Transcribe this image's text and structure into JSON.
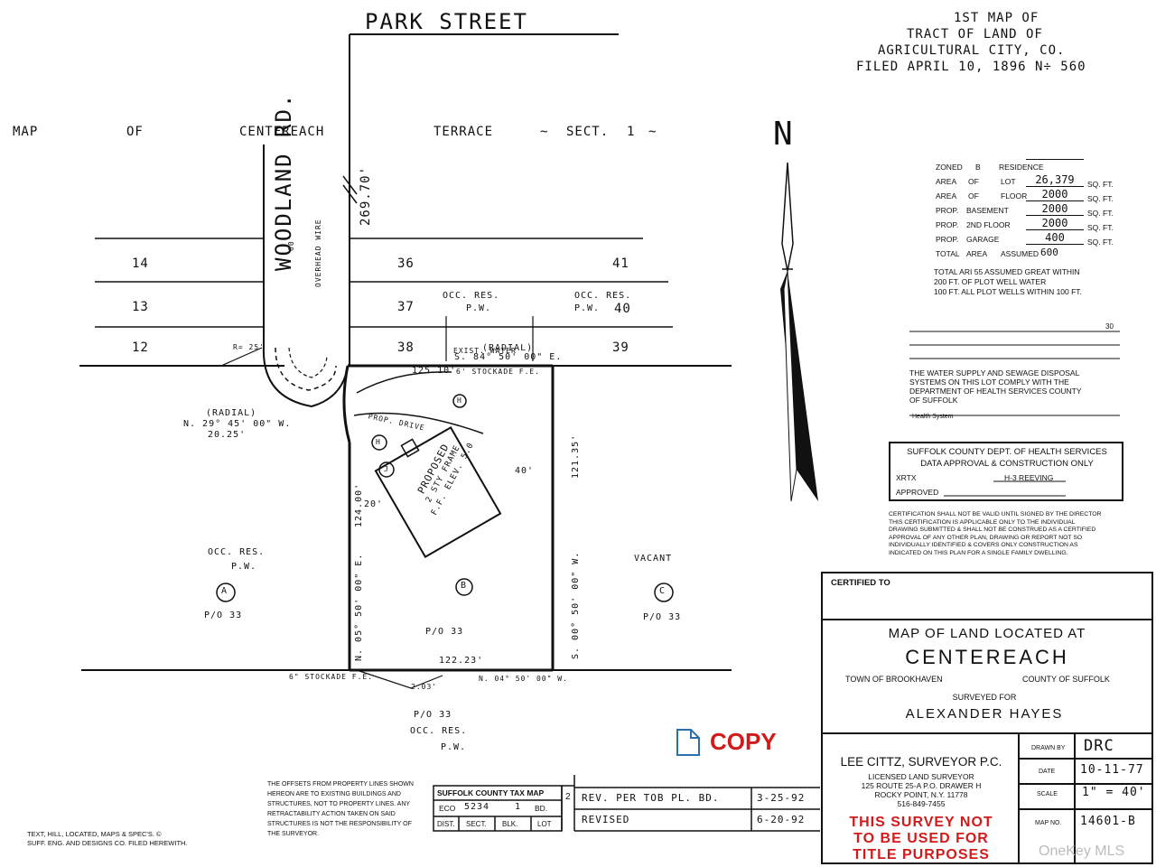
{
  "map": {
    "street_top": "PARK STREET",
    "road_vertical": "WOODLAND RD.",
    "subdivision_words": [
      "MAP",
      "OF",
      "CENTEREACH",
      "TERRACE",
      "~",
      "SECT.",
      "1",
      "~"
    ],
    "filed_map_lines": [
      "1ST MAP OF",
      "TRACT OF LAND OF",
      "AGRICULTURAL   CITY, CO.",
      "FILED  APRIL 10, 1896   N÷ 560"
    ],
    "lots": {
      "l14": "14",
      "l13": "13",
      "l12": "12",
      "l36": "36",
      "l37": "37",
      "l38": "38",
      "l41": "41",
      "l40": "40",
      "l39": "39"
    },
    "occ_res_pw_1": [
      "OCC. RES.",
      "P.W."
    ],
    "occ_res_pw_2": [
      "OCC. RES.",
      "P.W."
    ],
    "dimensions": {
      "d269": "269.70'",
      "d125": "125.10'",
      "d121": "121.35'",
      "d124": "124.00'",
      "d122": "122.23'",
      "d2025": "20.25'",
      "d203": "2.03'",
      "d20": "20'",
      "d40": "40'",
      "d60": "60'"
    },
    "bearings": {
      "top": "S. 84° 50' 00\" E.",
      "right": "S. 00° 50' 00\" W.",
      "left": "N. 05° 50' 00\" E.",
      "bottom": "N. 04° 50' 00\" W.",
      "radial": "N. 29° 45' 00\" W."
    },
    "radial_labels": [
      "(RADIAL)",
      "(RADIAL)"
    ],
    "notes": {
      "overhead_wire": "OVERHEAD WIRE",
      "prop_drive": "PROP. DRIVE",
      "stockade": "6\" STOCKADE F.E.",
      "stockade_top": "6' STOCKADE F.E.",
      "exist_water": "EXIST. WATER",
      "r25": "R= 25'",
      "proposed": [
        "PROPOSED",
        "2 STY FRAME",
        "F.F. ELEV. 5.0"
      ]
    },
    "parcels": {
      "a_label": "A",
      "a_use": [
        "OCC. RES.",
        "P.W."
      ],
      "a_po": "P/O 33",
      "b_label": "B",
      "b_po": "P/O 33",
      "c_label": "C",
      "c_use": "VACANT",
      "c_po": "P/O 33",
      "bottom_po": "P/O 33",
      "bottom_use": [
        "OCC. RES.",
        "P.W."
      ],
      "h1": "H",
      "h2": "H",
      "j": "J"
    },
    "north": "N"
  },
  "zoning": {
    "rows": [
      {
        "a": "ZONED",
        "b": "B",
        "c": "RESIDENCE",
        "v": "",
        "u": ""
      },
      {
        "a": "AREA",
        "b": "OF",
        "c": "LOT",
        "v": "26,379",
        "u": "SQ. FT."
      },
      {
        "a": "AREA",
        "b": "OF",
        "c": "FLOOR",
        "v": "2000",
        "u": "SQ. FT."
      },
      {
        "a": "PROP.",
        "b": "BASEMENT",
        "c": "",
        "v": "2000",
        "u": "SQ. FT."
      },
      {
        "a": "PROP.",
        "b": "2ND FLOOR",
        "c": "",
        "v": "2000",
        "u": "SQ. FT."
      },
      {
        "a": "PROP.",
        "b": "GARAGE",
        "c": "",
        "v": "400",
        "u": "SQ. FT."
      },
      {
        "a": "TOTAL",
        "b": "AREA",
        "c": "ASSUMED",
        "v": "600",
        "u": ""
      }
    ],
    "wells_note": [
      "TOTAL ARI 55 ASSUMED GREAT WITHIN",
      "200 FT. OF PLOT WELL WATER",
      "100 FT. ALL PLOT WELLS WITHIN 100 FT."
    ],
    "scale_30": "30",
    "water_statement": [
      "THE WATER SUPPLY AND SEWAGE DISPOSAL",
      "SYSTEMS ON THIS LOT COMPLY WITH THE",
      "DEPARTMENT OF HEALTH SERVICES COUNTY",
      "OF SUFFOLK"
    ],
    "health_system": "Health System"
  },
  "health_box": {
    "title": [
      "SUFFOLK COUNTY DEPT. OF HEALTH SERVICES",
      "DATA APPROVAL & CONSTRUCTION ONLY"
    ],
    "xrtx": "XRTX",
    "h3": "H-3 REEVING",
    "approved": "APPROVED"
  },
  "certification_text": [
    "CERTIFICATION SHALL NOT BE VALID UNTIL SIGNED BY THE DIRECTOR",
    "THIS CERTIFICATION IS APPLICABLE ONLY TO THE INDIVIDUAL",
    "DRAWING SUBMITTED & SHALL NOT BE CONSTRUED AS A CERTIFIED",
    "APPROVAL OF ANY OTHER PLAN, DRAWING OR REPORT NOT SO",
    "INDIVIDUALLY IDENTIFIED & COVERS ONLY CONSTRUCTION AS",
    "INDICATED ON THIS PLAN FOR A SINGLE FAMILY DWELLING."
  ],
  "title_block": {
    "certified_to": "CERTIFIED TO",
    "map_of_land": "MAP OF LAND LOCATED AT",
    "place": "CENTEREACH",
    "town": "TOWN OF BROOKHAVEN",
    "county": "COUNTY OF SUFFOLK",
    "surveyed_for": "SURVEYED FOR",
    "client": "ALEXANDER   HAYES",
    "surveyor": "LEE CITTZ, SURVEYOR P.C.",
    "surveyor_lines": [
      "LICENSED LAND SURVEYOR",
      "125 ROUTE 25-A   P.O. DRAWER H",
      "ROCKY POINT, N.Y. 11778",
      "516-849-7455"
    ],
    "warning": [
      "THIS SURVEY NOT",
      "TO BE USED FOR",
      "TITLE PURPOSES"
    ],
    "drawn_by_label": "DRAWN BY",
    "drawn_by": "DRC",
    "date_label": "DATE",
    "date": "10-11-77",
    "scale_label": "SCALE",
    "scale": "1\" = 40'",
    "mapno_label": "MAP NO.",
    "mapno": "14601-B"
  },
  "copy_label": "COPY",
  "tax_map": {
    "title": "SUFFOLK COUNTY TAX MAP",
    "eco": "ECO",
    "eco_num": "5234",
    "one": "1",
    "bd": "BD.",
    "dist": "DIST.",
    "sect": "SECT.",
    "blk": "BLK.",
    "lot": "LOT",
    "rev_num": "2",
    "rev1": "REV.  PER  TOB  PL. BD.",
    "rev1_date": "3-25-92",
    "rev2": "REVISED",
    "rev2_date": "6-20-92"
  },
  "offsets_note": [
    "THE OFFSETS FROM PROPERTY LINES SHOWN",
    "HEREON ARE TO EXISTING BUILDINGS AND",
    "STRUCTURES, NOT TO PROPERTY LINES. ANY",
    "RETRACTABILITY ACTION TAKEN ON SAID",
    "STRUCTURES IS NOT THE RESPONSIBILITY OF",
    "THE SURVEYOR."
  ],
  "text_note": [
    "TEXT, HILL, LOCATED, MAPS & SPEC'S. ©",
    "SUFF. ENG. AND DESIGNS CO. FILED HEREWITH."
  ],
  "watermark": "OneKey MLS"
}
